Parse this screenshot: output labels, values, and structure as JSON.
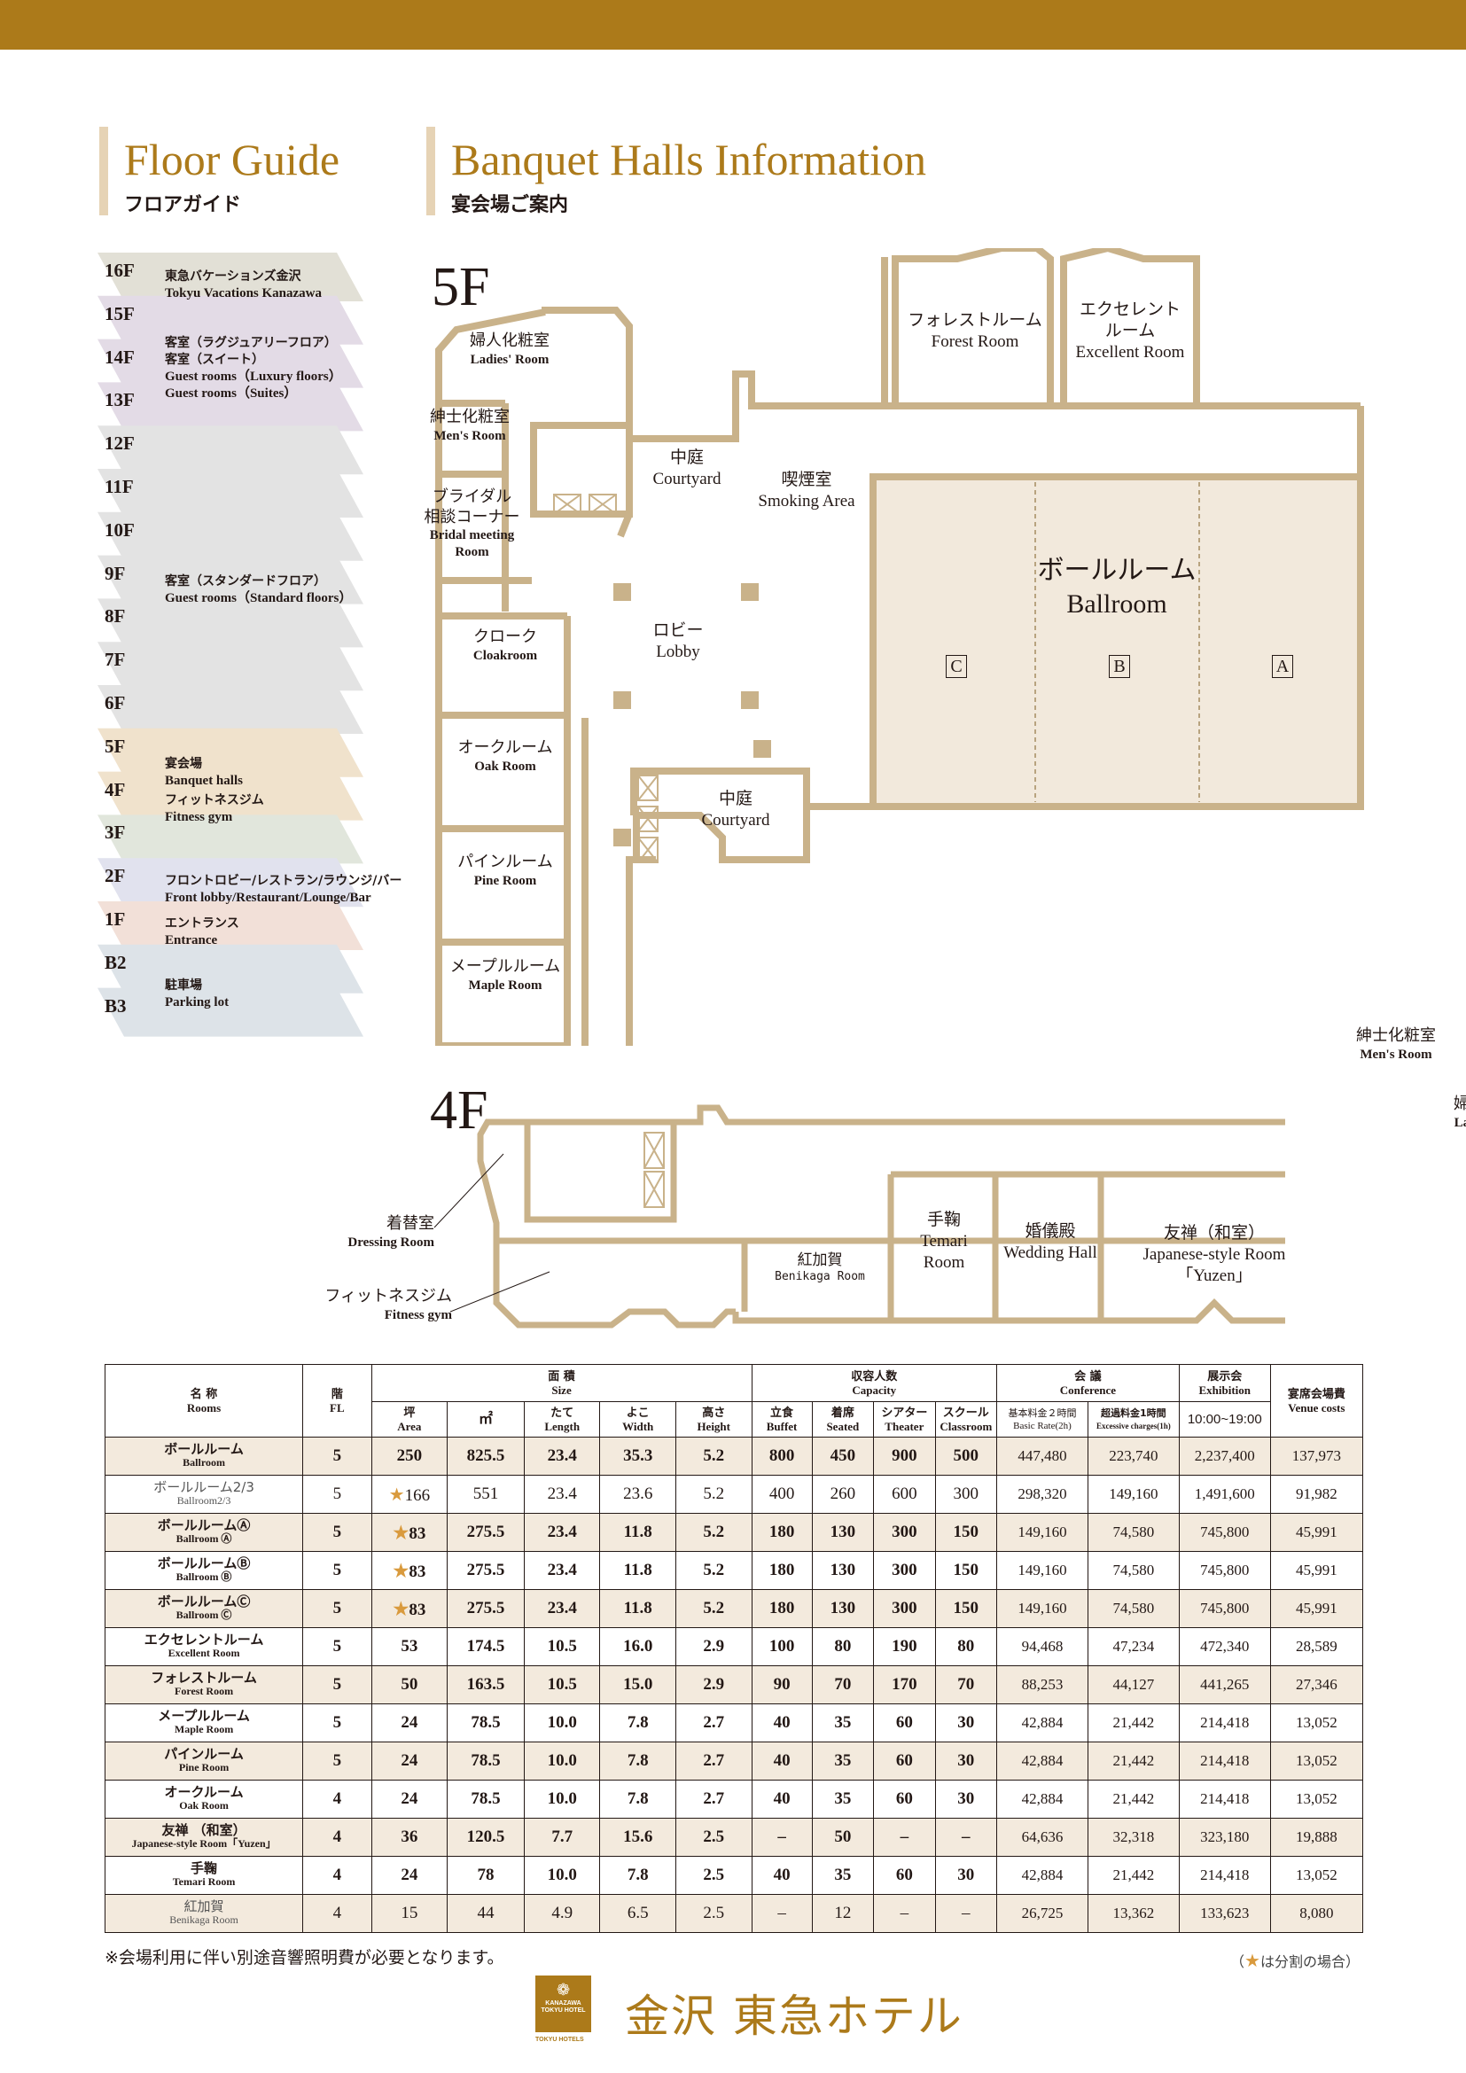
{
  "colors": {
    "brand_gold": "#ac7a1a",
    "wall": "#c9b28a",
    "ballroom_fill": "#f2e9dc",
    "row_alt": "#f3eadd",
    "header_accent": "#e6d3b5",
    "star": "#d99a3d"
  },
  "headers": {
    "floor_guide_en": "Floor Guide",
    "floor_guide_jp": "フロアガイド",
    "banquet_en": "Banquet Halls Information",
    "banquet_jp": "宴会場ご案内"
  },
  "floor_guide": {
    "floors": [
      {
        "label": "16F",
        "color": "#e2e0d6"
      },
      {
        "label": "15F",
        "color": "#e3dbe6"
      },
      {
        "label": "14F",
        "color": "#e3dbe6"
      },
      {
        "label": "13F",
        "color": "#e3dbe6"
      },
      {
        "label": "12F",
        "color": "#e3e3e3"
      },
      {
        "label": "11F",
        "color": "#e3e3e3"
      },
      {
        "label": "10F",
        "color": "#e3e3e3"
      },
      {
        "label": "9F",
        "color": "#e3e3e3"
      },
      {
        "label": "8F",
        "color": "#e3e3e3"
      },
      {
        "label": "7F",
        "color": "#e3e3e3"
      },
      {
        "label": "6F",
        "color": "#e3e3e3"
      },
      {
        "label": "5F",
        "color": "#f0e2cc"
      },
      {
        "label": "4F",
        "color": "#f0e2cc"
      },
      {
        "label": "3F",
        "color": "#e1e6dc"
      },
      {
        "label": "2F",
        "color": "#e1e2ee"
      },
      {
        "label": "1F",
        "color": "#f2e0d8"
      },
      {
        "label": "B2",
        "color": "#dde3e8"
      },
      {
        "label": "B3",
        "color": "#dde3e8"
      }
    ],
    "descriptions": [
      {
        "jp": "東急バケーションズ金沢",
        "en": "Tokyu Vacations Kanazawa"
      },
      {
        "jp": "客室（ラグジュアリーフロア）",
        "jp2": "客室（スイート）",
        "en": "Guest rooms（Luxury floors）",
        "en2": "Guest rooms（Suites）"
      },
      {
        "jp": "客室（スタンダードフロア）",
        "en": "Guest rooms（Standard floors）"
      },
      {
        "jp": "宴会場",
        "en": "Banquet halls"
      },
      {
        "jp": "フィットネスジム",
        "en": "Fitness gym"
      },
      {
        "jp": "フロントロビー/レストラン/ラウンジ/バー",
        "en": "Front lobby/Restaurant/Lounge/Bar"
      },
      {
        "jp": "エントランス",
        "en": "Entrance"
      },
      {
        "jp": "駐車場",
        "en": "Parking lot"
      }
    ]
  },
  "plan5f": {
    "title": "5F",
    "rooms": {
      "ladies": {
        "jp": "婦人化粧室",
        "en": "Ladies' Room"
      },
      "mens": {
        "jp": "紳士化粧室",
        "en": "Men's Room"
      },
      "bridal": {
        "jp": "ブライダル",
        "jp2": "相談コーナー",
        "en": "Bridal meeting",
        "en2": "Room"
      },
      "courtyard1": {
        "jp": "中庭",
        "en": "Courtyard"
      },
      "smoking": {
        "jp": "喫煙室",
        "en": "Smoking Area"
      },
      "forest": {
        "jp": "フォレストルーム",
        "en": "Forest Room"
      },
      "excellent": {
        "jp": "エクセレント",
        "jp2": "ルーム",
        "en": "Excellent Room"
      },
      "ballroom": {
        "jp": "ボールルーム",
        "en": "Ballroom"
      },
      "lobby": {
        "jp": "ロビー",
        "en": "Lobby"
      },
      "cloak": {
        "jp": "クローク",
        "en": "Cloakroom"
      },
      "oak": {
        "jp": "オークルーム",
        "en": "Oak Room"
      },
      "pine": {
        "jp": "パインルーム",
        "en": "Pine Room"
      },
      "maple": {
        "jp": "メープルルーム",
        "en": "Maple Room"
      },
      "courtyard2": {
        "jp": "中庭",
        "en": "Courtyard"
      }
    },
    "sections": [
      "C",
      "B",
      "A"
    ]
  },
  "plan4f": {
    "title": "4F",
    "rooms": {
      "mens": {
        "jp": "紳士化粧室",
        "en": "Men's Room"
      },
      "ladies": {
        "jp": "婦人化粧室",
        "en": "Ladies' Room"
      },
      "dressing": {
        "jp": "着替室",
        "en": "Dressing Room"
      },
      "fitness": {
        "jp": "フィットネスジム",
        "en": "Fitness gym"
      },
      "benikaga": {
        "jp": "紅加賀",
        "en": "Benikaga Room"
      },
      "temari": {
        "jp": "手鞠",
        "en": "Temari",
        "en2": "Room"
      },
      "wedding": {
        "jp": "婚儀殿",
        "en": "Wedding Hall"
      },
      "yuzen": {
        "jp": "友禅（和室）",
        "en": "Japanese-style Room",
        "en2": "「Yuzen」"
      }
    }
  },
  "table": {
    "headers": {
      "name_jp": "名 称",
      "name_en": "Rooms",
      "fl_jp": "階",
      "fl_en": "FL",
      "size_jp": "面 積",
      "size_en": "Size",
      "capacity_jp": "収容人数",
      "capacity_en": "Capacity",
      "conference_jp": "会 議",
      "conference_en": "Conference",
      "exhibition_jp": "展示会",
      "exhibition_en": "Exhibition",
      "venue_jp": "宴席会場費",
      "venue_en": "Venue costs",
      "area_jp": "坪",
      "area_en": "Area",
      "sqm": "㎡",
      "length_jp": "たて",
      "length_en": "Length",
      "width_jp": "よこ",
      "width_en": "Width",
      "height_jp": "高さ",
      "height_en": "Height",
      "buffet_jp": "立食",
      "buffet_en": "Buffet",
      "seated_jp": "着席",
      "seated_en": "Seated",
      "theater_jp": "シアター",
      "theater_en": "Theater",
      "classroom_jp": "スクール",
      "classroom_en": "Classroom",
      "basic_jp": "基本料金２時間",
      "basic_en": "Basic Rate(2h)",
      "excess_jp": "超過料金1時間",
      "excess_en": "Excessive charges(1h)",
      "exhibition_time": "10:00~19:00"
    },
    "rows": [
      {
        "jp": "ボールルーム",
        "en": "Ballroom",
        "fl": "5",
        "star": false,
        "tsubo": "250",
        "sqm": "825.5",
        "length": "23.4",
        "width": "35.3",
        "height": "5.2",
        "buffet": "800",
        "seated": "450",
        "theater": "900",
        "classroom": "500",
        "basic": "447,480",
        "excess": "223,740",
        "exhibition": "2,237,400",
        "venue": "137,973"
      },
      {
        "jp": "ボールルーム2/3",
        "en": "Ballroom2/3",
        "fl": "5",
        "star": true,
        "tsubo": "166",
        "sqm": "551",
        "length": "23.4",
        "width": "23.6",
        "height": "5.2",
        "buffet": "400",
        "seated": "260",
        "theater": "600",
        "classroom": "300",
        "basic": "298,320",
        "excess": "149,160",
        "exhibition": "1,491,600",
        "venue": "91,982"
      },
      {
        "jp": "ボールルームⒶ",
        "en": "Ballroom Ⓐ",
        "fl": "5",
        "star": true,
        "tsubo": "83",
        "sqm": "275.5",
        "length": "23.4",
        "width": "11.8",
        "height": "5.2",
        "buffet": "180",
        "seated": "130",
        "theater": "300",
        "classroom": "150",
        "basic": "149,160",
        "excess": "74,580",
        "exhibition": "745,800",
        "venue": "45,991"
      },
      {
        "jp": "ボールルームⒷ",
        "en": "Ballroom Ⓑ",
        "fl": "5",
        "star": true,
        "tsubo": "83",
        "sqm": "275.5",
        "length": "23.4",
        "width": "11.8",
        "height": "5.2",
        "buffet": "180",
        "seated": "130",
        "theater": "300",
        "classroom": "150",
        "basic": "149,160",
        "excess": "74,580",
        "exhibition": "745,800",
        "venue": "45,991"
      },
      {
        "jp": "ボールルームⒸ",
        "en": "Ballroom Ⓒ",
        "fl": "5",
        "star": true,
        "tsubo": "83",
        "sqm": "275.5",
        "length": "23.4",
        "width": "11.8",
        "height": "5.2",
        "buffet": "180",
        "seated": "130",
        "theater": "300",
        "classroom": "150",
        "basic": "149,160",
        "excess": "74,580",
        "exhibition": "745,800",
        "venue": "45,991"
      },
      {
        "jp": "エクセレントルーム",
        "en": "Excellent Room",
        "fl": "5",
        "star": false,
        "tsubo": "53",
        "sqm": "174.5",
        "length": "10.5",
        "width": "16.0",
        "height": "2.9",
        "buffet": "100",
        "seated": "80",
        "theater": "190",
        "classroom": "80",
        "basic": "94,468",
        "excess": "47,234",
        "exhibition": "472,340",
        "venue": "28,589"
      },
      {
        "jp": "フォレストルーム",
        "en": "Forest Room",
        "fl": "5",
        "star": false,
        "tsubo": "50",
        "sqm": "163.5",
        "length": "10.5",
        "width": "15.0",
        "height": "2.9",
        "buffet": "90",
        "seated": "70",
        "theater": "170",
        "classroom": "70",
        "basic": "88,253",
        "excess": "44,127",
        "exhibition": "441,265",
        "venue": "27,346"
      },
      {
        "jp": "メープルルーム",
        "en": "Maple Room",
        "fl": "5",
        "star": false,
        "tsubo": "24",
        "sqm": "78.5",
        "length": "10.0",
        "width": "7.8",
        "height": "2.7",
        "buffet": "40",
        "seated": "35",
        "theater": "60",
        "classroom": "30",
        "basic": "42,884",
        "excess": "21,442",
        "exhibition": "214,418",
        "venue": "13,052"
      },
      {
        "jp": "パインルーム",
        "en": "Pine Room",
        "fl": "5",
        "star": false,
        "tsubo": "24",
        "sqm": "78.5",
        "length": "10.0",
        "width": "7.8",
        "height": "2.7",
        "buffet": "40",
        "seated": "35",
        "theater": "60",
        "classroom": "30",
        "basic": "42,884",
        "excess": "21,442",
        "exhibition": "214,418",
        "venue": "13,052"
      },
      {
        "jp": "オークルーム",
        "en": "Oak Room",
        "fl": "4",
        "star": false,
        "tsubo": "24",
        "sqm": "78.5",
        "length": "10.0",
        "width": "7.8",
        "height": "2.7",
        "buffet": "40",
        "seated": "35",
        "theater": "60",
        "classroom": "30",
        "basic": "42,884",
        "excess": "21,442",
        "exhibition": "214,418",
        "venue": "13,052"
      },
      {
        "jp": "友禅 （和室）",
        "en": "Japanese-style Room「Yuzen」",
        "fl": "4",
        "star": false,
        "tsubo": "36",
        "sqm": "120.5",
        "length": "7.7",
        "width": "15.6",
        "height": "2.5",
        "buffet": "–",
        "seated": "50",
        "theater": "–",
        "classroom": "–",
        "basic": "64,636",
        "excess": "32,318",
        "exhibition": "323,180",
        "venue": "19,888"
      },
      {
        "jp": "手鞠",
        "en": "Temari Room",
        "fl": "4",
        "star": false,
        "tsubo": "24",
        "sqm": "78",
        "length": "10.0",
        "width": "7.8",
        "height": "2.5",
        "buffet": "40",
        "seated": "35",
        "theater": "60",
        "classroom": "30",
        "basic": "42,884",
        "excess": "21,442",
        "exhibition": "214,418",
        "venue": "13,052"
      },
      {
        "jp": "紅加賀",
        "en": "Benikaga Room",
        "fl": "4",
        "star": false,
        "tsubo": "15",
        "sqm": "44",
        "length": "4.9",
        "width": "6.5",
        "height": "2.5",
        "buffet": "–",
        "seated": "12",
        "theater": "–",
        "classroom": "–",
        "basic": "26,725",
        "excess": "13,362",
        "exhibition": "133,623",
        "venue": "8,080"
      }
    ]
  },
  "footer": {
    "note": "※会場利用に伴い別途音響照明費が必要となります。",
    "star_note_prefix": "（",
    "star_note": "は分割の場合）",
    "star_glyph": "★",
    "logo_line1": "KANAZAWA",
    "logo_line2": "TOKYU HOTEL",
    "logo_sub": "TOKYU HOTELS",
    "hotel_name": "金沢 東急ホテル"
  }
}
